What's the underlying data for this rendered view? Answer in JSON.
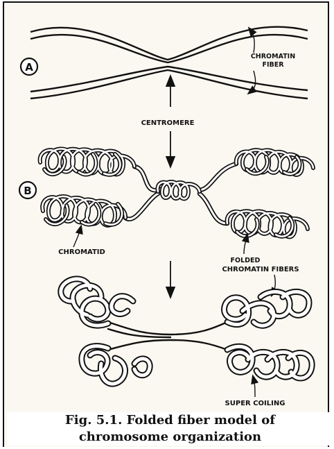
{
  "panel_a": {
    "marker": "A",
    "label_chromatin_fiber_1": "CHROMATIN",
    "label_chromatin_fiber_2": "FIBER"
  },
  "center": {
    "label_centromere": "CENTROMERE"
  },
  "panel_b": {
    "marker": "B",
    "label_chromatid": "CHROMATID",
    "label_folded_1": "FOLDED",
    "label_folded_2": "CHROMATIN FIBERS"
  },
  "panel_c": {
    "label_supercoiling": "SUPER COILING"
  },
  "caption": {
    "line1": "Fig. 5.1. Folded fiber model of",
    "line2": "chromosome organization"
  },
  "colors": {
    "ink": "#111111",
    "paper": "#fbf8f1",
    "fiber_fill": "#ffffff"
  }
}
